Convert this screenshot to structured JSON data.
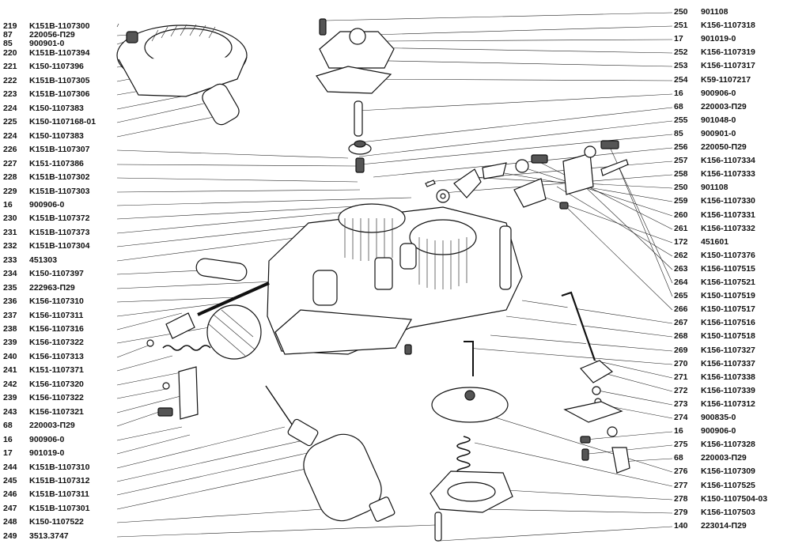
{
  "left_parts": [
    {
      "num": "219",
      "code": "K151B-1107300"
    },
    {
      "num": "87",
      "code": "220056-П29"
    },
    {
      "num": "85",
      "code": "900901-0"
    },
    {
      "num": "220",
      "code": "K151B-1107394"
    },
    {
      "num": "221",
      "code": "K150-1107396"
    },
    {
      "num": "222",
      "code": "K151B-1107305"
    },
    {
      "num": "223",
      "code": "K151B-1107306"
    },
    {
      "num": "224",
      "code": "K150-1107383"
    },
    {
      "num": "225",
      "code": "K150-1107168-01"
    },
    {
      "num": "224",
      "code": "K150-1107383"
    },
    {
      "num": "226",
      "code": "K151B-1107307"
    },
    {
      "num": "227",
      "code": "K151-1107386"
    },
    {
      "num": "228",
      "code": "K151B-1107302"
    },
    {
      "num": "229",
      "code": "K151B-1107303"
    },
    {
      "num": "16",
      "code": "900906-0"
    },
    {
      "num": "230",
      "code": "K151B-1107372"
    },
    {
      "num": "231",
      "code": "K151B-1107373"
    },
    {
      "num": "232",
      "code": "K151B-1107304"
    },
    {
      "num": "233",
      "code": "451303"
    },
    {
      "num": "234",
      "code": "K150-1107397"
    },
    {
      "num": "235",
      "code": "222963-П29"
    },
    {
      "num": "236",
      "code": "K156-1107310"
    },
    {
      "num": "237",
      "code": "K156-1107311"
    },
    {
      "num": "238",
      "code": "K156-1107316"
    },
    {
      "num": "239",
      "code": "K156-1107322"
    },
    {
      "num": "240",
      "code": "K156-1107313"
    },
    {
      "num": "241",
      "code": "K151-1107371"
    },
    {
      "num": "242",
      "code": "K156-1107320"
    },
    {
      "num": "239",
      "code": "K156-1107322"
    },
    {
      "num": "243",
      "code": "K156-1107321"
    },
    {
      "num": "68",
      "code": "220003-П29"
    },
    {
      "num": "16",
      "code": "900906-0"
    },
    {
      "num": "17",
      "code": "901019-0"
    },
    {
      "num": "244",
      "code": "K151B-1107310"
    },
    {
      "num": "245",
      "code": "K151B-1107312"
    },
    {
      "num": "246",
      "code": "K151B-1107311"
    },
    {
      "num": "247",
      "code": "K151B-1107301"
    },
    {
      "num": "248",
      "code": "K150-1107522"
    },
    {
      "num": "249",
      "code": "3513.3747"
    }
  ],
  "right_parts": [
    {
      "num": "250",
      "code": "901108"
    },
    {
      "num": "251",
      "code": "K156-1107318"
    },
    {
      "num": "17",
      "code": "901019-0"
    },
    {
      "num": "252",
      "code": "K156-1107319"
    },
    {
      "num": "253",
      "code": "K156-1107317"
    },
    {
      "num": "254",
      "code": "K59-1107217"
    },
    {
      "num": "16",
      "code": "900906-0"
    },
    {
      "num": "68",
      "code": "220003-П29"
    },
    {
      "num": "255",
      "code": "901048-0"
    },
    {
      "num": "85",
      "code": "900901-0"
    },
    {
      "num": "256",
      "code": "220050-П29"
    },
    {
      "num": "257",
      "code": "K156-1107334"
    },
    {
      "num": "258",
      "code": "K156-1107333"
    },
    {
      "num": "250",
      "code": "901108"
    },
    {
      "num": "259",
      "code": "K156-1107330"
    },
    {
      "num": "260",
      "code": "K156-1107331"
    },
    {
      "num": "261",
      "code": "K156-1107332"
    },
    {
      "num": "172",
      "code": "451601"
    },
    {
      "num": "262",
      "code": "K150-1107376"
    },
    {
      "num": "263",
      "code": "K156-1107515"
    },
    {
      "num": "264",
      "code": "K156-1107521"
    },
    {
      "num": "265",
      "code": "K150-1107519"
    },
    {
      "num": "266",
      "code": "K150-1107517"
    },
    {
      "num": "267",
      "code": "K156-1107516"
    },
    {
      "num": "268",
      "code": "K150-1107518"
    },
    {
      "num": "269",
      "code": "K156-1107327"
    },
    {
      "num": "270",
      "code": "K156-1107337"
    },
    {
      "num": "271",
      "code": "K156-1107338"
    },
    {
      "num": "272",
      "code": "K156-1107339"
    },
    {
      "num": "273",
      "code": "K156-1107312"
    },
    {
      "num": "274",
      "code": "900835-0"
    },
    {
      "num": "16",
      "code": "900906-0"
    },
    {
      "num": "275",
      "code": "K156-1107328"
    },
    {
      "num": "68",
      "code": "220003-П29"
    },
    {
      "num": "276",
      "code": "K156-1107309"
    },
    {
      "num": "277",
      "code": "K156-1107525"
    },
    {
      "num": "278",
      "code": "K150-1107504-03"
    },
    {
      "num": "279",
      "code": "K156-1107503"
    },
    {
      "num": "140",
      "code": "223014-П29"
    }
  ]
}
